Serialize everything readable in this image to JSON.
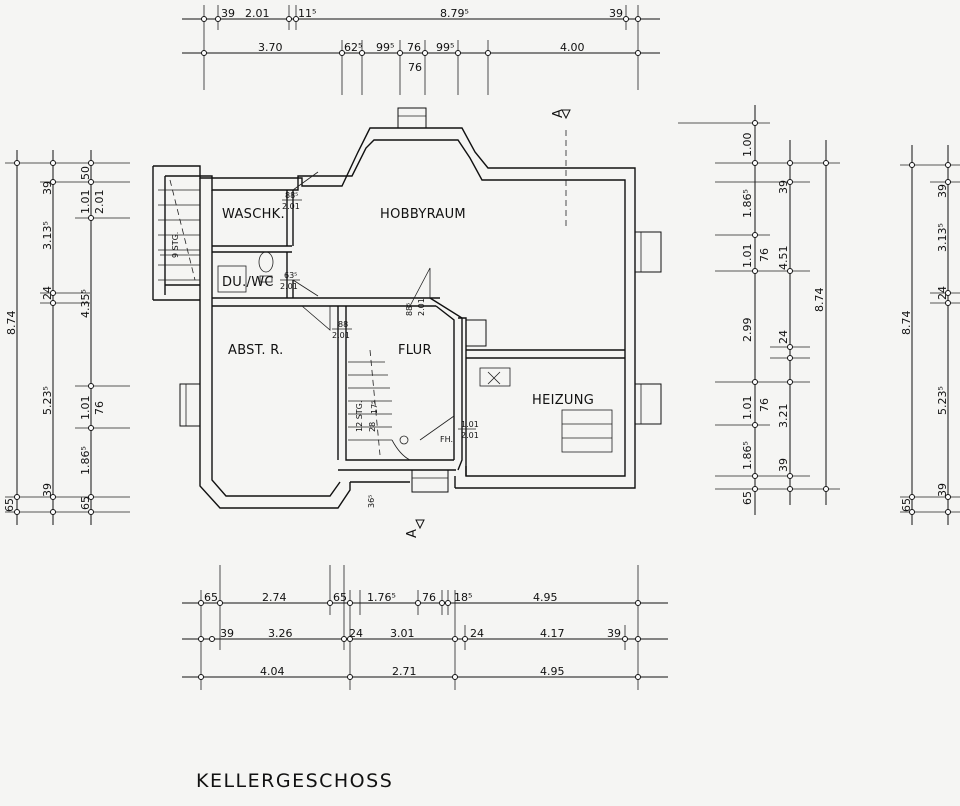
{
  "title": "KELLERGESCHOSS",
  "rooms": {
    "hobbyraum": "HOBBYRAUM",
    "waschk": "WASCHK.",
    "du_wc": "DU./WC",
    "abst": "ABST. R.",
    "flur": "FLUR",
    "heizung": "HEIZUNG",
    "fh": "FH."
  },
  "window_labels": {
    "waschk": [
      "88⁵",
      "2.01"
    ],
    "du_wc": [
      "63⁵",
      "2.01"
    ],
    "abst_door": [
      "88",
      "2.01"
    ],
    "flur_door": [
      "88⁵",
      "2.01"
    ],
    "heizung_door": [
      "1.01",
      "2.01"
    ],
    "stair_top": "9 STG.",
    "stair_bottom": "12 STG.",
    "stair_rise": "28",
    "stair_run": "17⁵",
    "entry_height": "36⁵"
  },
  "section_marks": {
    "top": "A",
    "bottom": "A"
  },
  "top_dims": {
    "row1": [
      "39",
      "2.01",
      "11⁵",
      "8.79⁵",
      "39"
    ],
    "row2": [
      "3.70",
      "62⁵",
      "99⁵",
      "76",
      "99⁵",
      "4.00"
    ],
    "row2_sub": "76"
  },
  "bottom_dims": {
    "row1": [
      "65",
      "2.74",
      "65",
      "1.76⁵",
      "76",
      "18⁵",
      "4.95"
    ],
    "row2": [
      "39",
      "3.26",
      "24",
      "3.01",
      "24",
      "4.17",
      "39"
    ],
    "row3": [
      "4.04",
      "2.71",
      "4.95"
    ]
  },
  "left_dims": {
    "outer": "8.74",
    "col2": [
      "39",
      "3.13⁵",
      "24",
      "5.23⁵",
      "39"
    ],
    "col3": [
      "50",
      "1.01",
      "2.01",
      "4.35⁵",
      "1.01",
      "76",
      "1.86⁵",
      "65"
    ],
    "bottom": [
      "65"
    ]
  },
  "right1_dims": {
    "col1": [
      "1.00",
      "1.86⁵",
      "1.01",
      "2.99",
      "1.01",
      "1.86⁵",
      "65"
    ],
    "col2": [
      "39",
      "76",
      "4.51",
      "24",
      "76",
      "3.21",
      "39"
    ],
    "outer": "8.74"
  },
  "right2_dims": {
    "outer": "8.74",
    "col": [
      "39",
      "3.13⁵",
      "24",
      "5.23⁵",
      "39"
    ],
    "bottom": "65"
  }
}
